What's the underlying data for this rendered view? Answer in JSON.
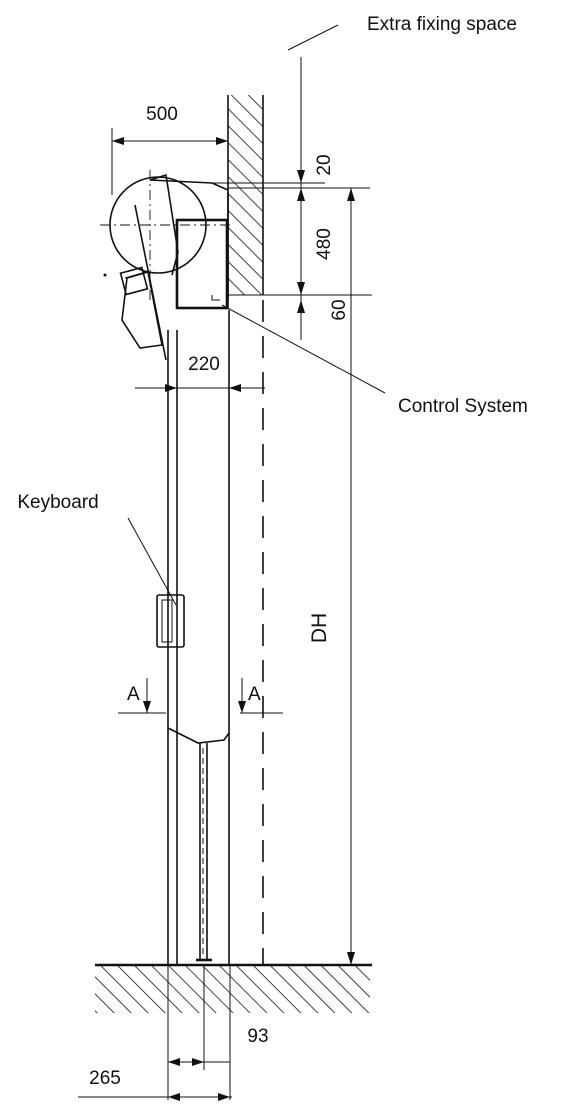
{
  "labels": {
    "extra_fixing_space": "Extra fixing space",
    "control_system": "Control System",
    "keyboard": "Keyboard",
    "door_height": "DH",
    "section_left": "A",
    "section_right": "A"
  },
  "dimensions": {
    "drum_projection": "500",
    "extra_space": "20",
    "head_box": "480",
    "lower_gap": "60",
    "curtain_depth": "220",
    "guide_width": "93",
    "total_depth": "265"
  },
  "colors": {
    "ink": "#111111",
    "background": "#ffffff"
  }
}
